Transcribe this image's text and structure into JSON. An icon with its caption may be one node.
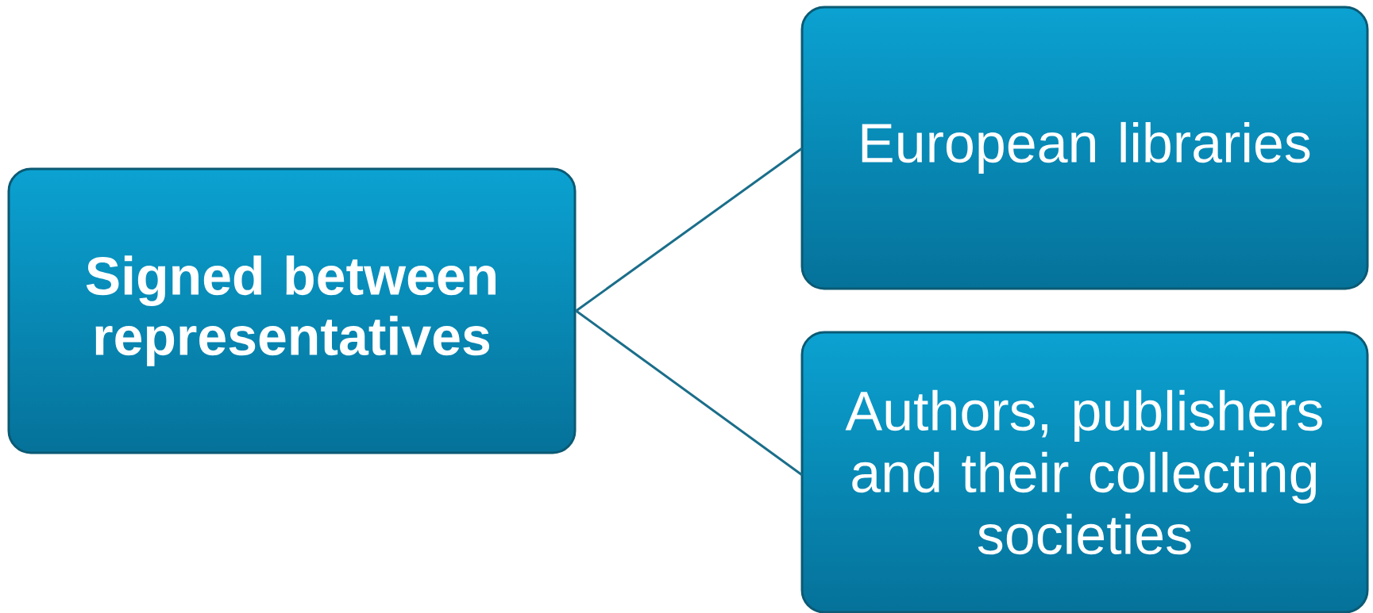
{
  "diagram": {
    "nodes": [
      {
        "text": [
          "Signed between representatives"
        ]
      },
      {
        "text": [
          "European libraries"
        ]
      },
      {
        "text": [
          "Authors, publishers and their collecting societies"
        ]
      }
    ],
    "edges": [
      {
        "from": 0,
        "to": 1,
        "arrow": "none"
      },
      {
        "from": 0,
        "to": 2,
        "arrow": "none"
      }
    ]
  }
}
